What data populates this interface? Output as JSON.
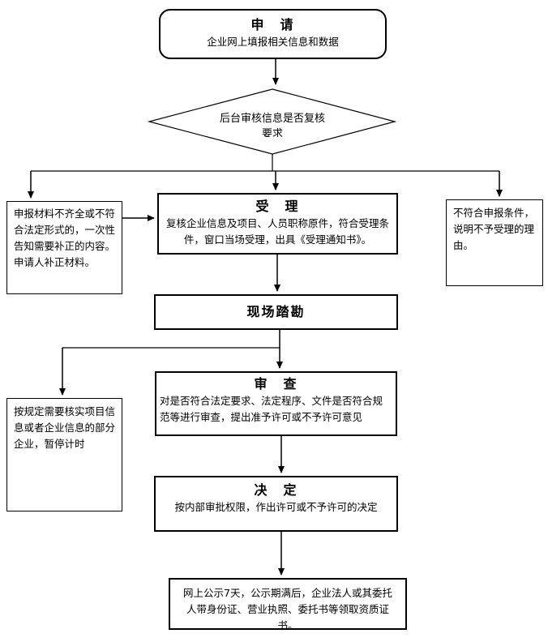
{
  "flowchart": {
    "nodes": {
      "apply": {
        "title": "申　请",
        "body": "企业网上填报相关信息和数据"
      },
      "decision": {
        "line1": "后台审核信息是否复核",
        "line2": "要求"
      },
      "supplement": {
        "body": "申报材料不齐全或不符合法定形式的，一次性告知需要补正的内容。申请人补正材料。"
      },
      "accept": {
        "title": "受　理",
        "body": "复核企业信息及项目、人员职称原件，符合受理条件，窗口当场受理，出具《受理通知书》。"
      },
      "reject": {
        "body": "不符合申报条件，说明不予受理的理由。"
      },
      "survey": {
        "title": "现场踏勘"
      },
      "pause": {
        "body": "按规定需要核实项目信息或者企业信息的部分企业，暂停计时"
      },
      "review": {
        "title": "审　查",
        "body": "对是否符合法定要求、法定程序、文件是否符合规范等进行审查，提出准予许可或不予许可意见"
      },
      "decide": {
        "title": "决　定",
        "body": "按内部审批权限，作出许可或不予许可的决定"
      },
      "publish": {
        "body": "网上公示7天，公示期满后，企业法人或其委托人带身份证、营业执照、委托书等领取资质证书。"
      }
    },
    "colors": {
      "line": "#000000",
      "background": "#ffffff",
      "text": "#000000"
    }
  }
}
